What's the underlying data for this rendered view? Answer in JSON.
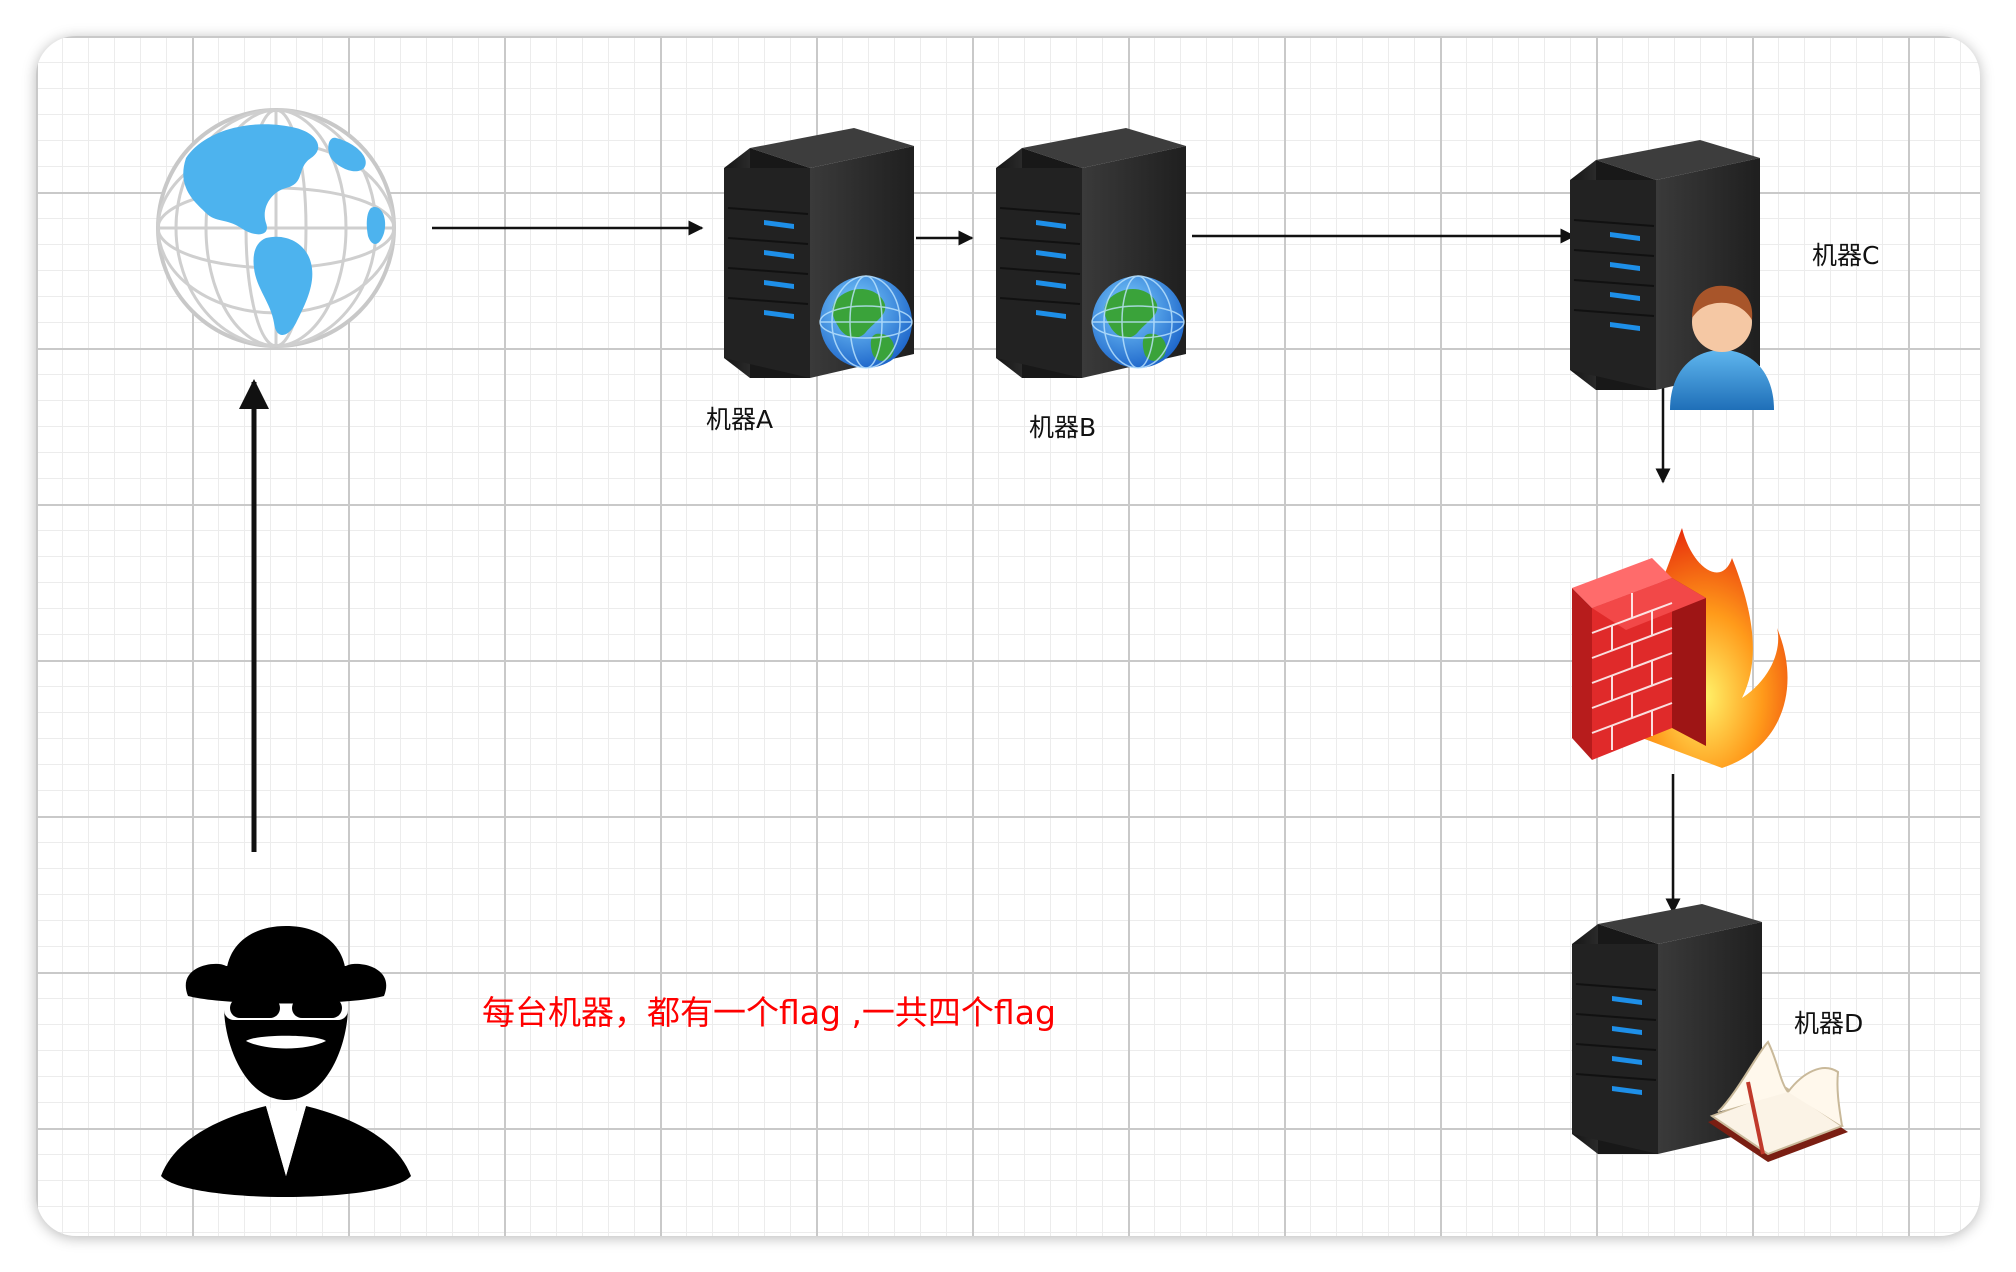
{
  "nodes": {
    "machine_a": "机器A",
    "machine_b": "机器B",
    "machine_c": "机器C",
    "machine_d": "机器D"
  },
  "note": {
    "text": "每台机器，都有一个flag ,一共四个flag",
    "color": "#ff0000"
  },
  "icons": {
    "internet": "globe-icon",
    "attacker": "hacker-icon",
    "server_a": "server-web-icon",
    "server_b": "server-web-icon",
    "server_c": "server-user-icon",
    "firewall": "firewall-icon",
    "server_d": "server-book-icon"
  },
  "colors": {
    "server_body": "#2b2b2b",
    "server_led": "#1e8fe8",
    "globe_land": "#4db3ee",
    "firewall_brick": "#e02a2a",
    "arrow": "#111111"
  }
}
